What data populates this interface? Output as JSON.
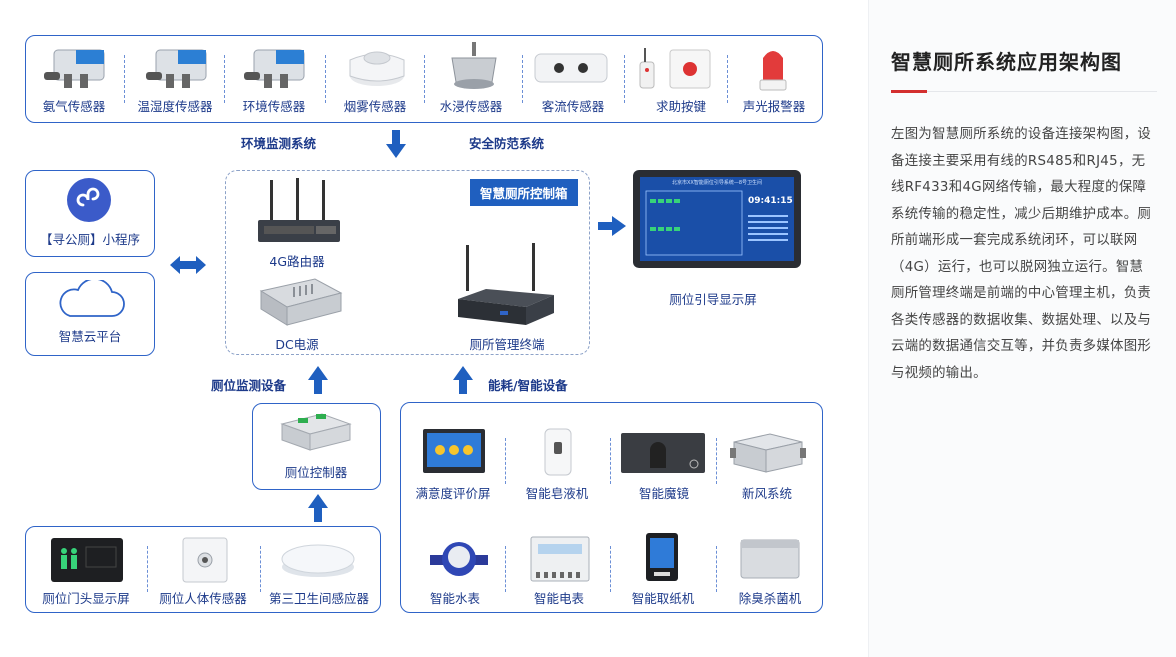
{
  "sidebar": {
    "title": "智慧厕所系统应用架构图",
    "description": "左图为智慧厕所系统的设备连接架构图，设备连接主要采用有线的RS485和RJ45，无线RF433和4G网络传输，最大程度的保障系统传输的稳定性，减少后期维护成本。厕所前端形成一套完成系统闭环，可以联网（4G）运行，也可以脱网独立运行。智慧厕所管理终端是前端的中心管理主机，负责各类传感器的数据收集、数据处理、以及与云端的数据通信交互等，并负责多媒体图形与视频的输出。"
  },
  "top_sensors": [
    {
      "label": "氨气传感器",
      "icon": "ammonia-sensor"
    },
    {
      "label": "温湿度传感器",
      "icon": "humidity-sensor"
    },
    {
      "label": "环境传感器",
      "icon": "environment-sensor"
    },
    {
      "label": "烟雾传感器",
      "icon": "smoke-sensor"
    },
    {
      "label": "水浸传感器",
      "icon": "water-sensor"
    },
    {
      "label": "客流传感器",
      "icon": "people-counter"
    },
    {
      "label": "求助按键",
      "icon": "help-button"
    },
    {
      "label": "声光报警器",
      "icon": "alarm-light"
    }
  ],
  "headings": {
    "env": "环境监测系统",
    "security": "安全防范系统",
    "stall_monitor": "厕位监测设备",
    "energy": "能耗/智能设备"
  },
  "left": {
    "miniprogram": "【寻公厕】小程序",
    "cloud": "智慧云平台"
  },
  "center": {
    "tag": "智慧厕所控制箱",
    "router": "4G路由器",
    "power": "DC电源",
    "terminal": "厕所管理终端"
  },
  "display": {
    "label": "厕位引导显示屏",
    "screen_title": "北京市XX智能厕位引导系统—8号卫生间",
    "time": "09:41:15"
  },
  "controller": "厕位控制器",
  "bottom_left": [
    {
      "label": "厕位门头显示屏",
      "icon": "door-display"
    },
    {
      "label": "厕位人体传感器",
      "icon": "body-sensor"
    },
    {
      "label": "第三卫生间感应器",
      "icon": "ceiling-sensor"
    }
  ],
  "smart_devices": [
    {
      "label": "满意度评价屏",
      "icon": "rating-screen"
    },
    {
      "label": "智能皂液机",
      "icon": "soap-dispenser"
    },
    {
      "label": "智能魔镜",
      "icon": "smart-mirror"
    },
    {
      "label": "新风系统",
      "icon": "fresh-air"
    },
    {
      "label": "智能水表",
      "icon": "water-meter"
    },
    {
      "label": "智能电表",
      "icon": "electric-meter"
    },
    {
      "label": "智能取纸机",
      "icon": "paper-dispenser"
    },
    {
      "label": "除臭杀菌机",
      "icon": "deodorizer"
    }
  ],
  "colors": {
    "accent": "#2f64c8",
    "arrow": "#1f5fbf",
    "text": "#1d3a8a",
    "red": "#d32f2f"
  }
}
